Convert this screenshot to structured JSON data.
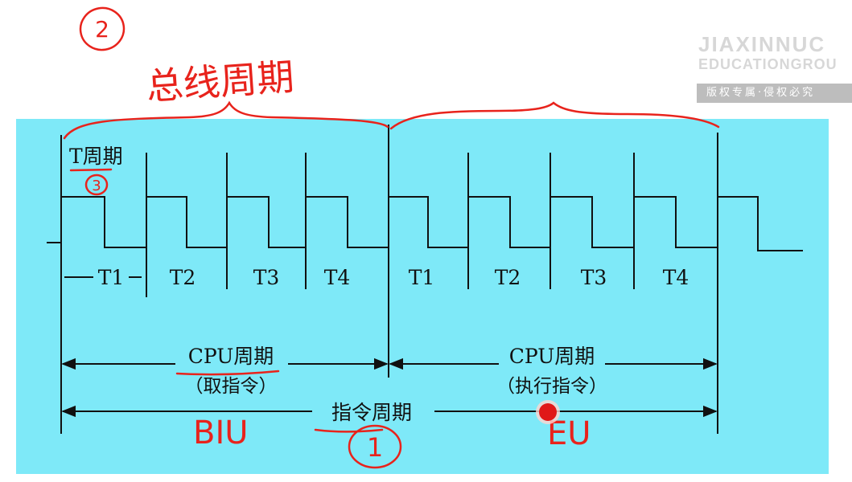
{
  "watermark": {
    "line1": "JIAXINNUC",
    "line2": "EDUCATIONGROU",
    "line3": "版权专属·侵权必究"
  },
  "diagram": {
    "t_period_label": "T周期",
    "cycle1_states": [
      "T1",
      "T2",
      "T3",
      "T4"
    ],
    "cycle2_states": [
      "T1",
      "T2",
      "T3",
      "T4"
    ],
    "cpu_cycle1_label": "CPU周期",
    "cpu_cycle1_sub": "（取指令）",
    "cpu_cycle2_label": "CPU周期",
    "cpu_cycle2_sub": "（执行指令）",
    "instruction_cycle_label": "指令周期"
  },
  "annotations": {
    "circle_top": "2",
    "bus_cycle_note": "总线周期",
    "circle_t": "3",
    "biu_note": "BIU",
    "circle_bottom": "1",
    "eu_note": "EU"
  },
  "colors": {
    "panel": "#7ee9f8",
    "ink": "#111111",
    "annotation": "#e8231c",
    "watermark": "#d7d7d7"
  }
}
